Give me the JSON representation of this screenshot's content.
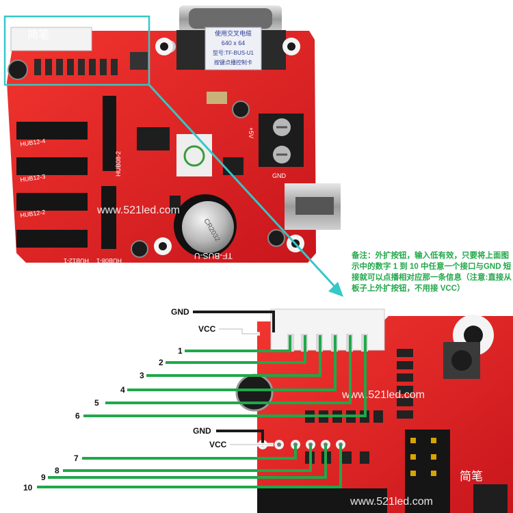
{
  "board_top": {
    "label_sticker": [
      "使用交叉电缆",
      "640 x 64",
      "型号:TF-BUS-U1",
      "按键点播控制卡"
    ],
    "board_name": "TF-BUS-U",
    "hub_labels": [
      "HUB12-4",
      "HUB12-3",
      "HUB12-2",
      "HUB12-1",
      "HUB08-1",
      "HUB08-2"
    ],
    "terminal_labels": [
      "+5V",
      "GND"
    ],
    "coin_cell_text": "CR2032",
    "watermark": "www.521led.com",
    "corner_watermark": "简笔"
  },
  "note": {
    "text": "备注：外扩按钮，输入低有效，只要将上面图示中的数字 1 到 10 中任意一个接口与GND 短接就可以点播相对应那一条信息（注意:直接从板子上外扩按钮，不用接 VCC）"
  },
  "wiring_labels": {
    "gnd_top": "GND",
    "vcc_top": "VCC",
    "n1": "1",
    "n2": "2",
    "n3": "3",
    "n4": "4",
    "n5": "5",
    "n6": "6",
    "gnd_mid": "GND",
    "vcc_mid": "VCC",
    "n7": "7",
    "n8": "8",
    "n9": "9",
    "n10": "10"
  },
  "board_zoom": {
    "watermark": "www.521led.com",
    "watermark2": "www.521led.com",
    "corner_watermark": "简笔"
  },
  "colors": {
    "pcb_red": "#e4262a",
    "wire_green": "#1fa84a",
    "callout_cyan": "#36c7c7",
    "note_green": "#22a84a"
  }
}
